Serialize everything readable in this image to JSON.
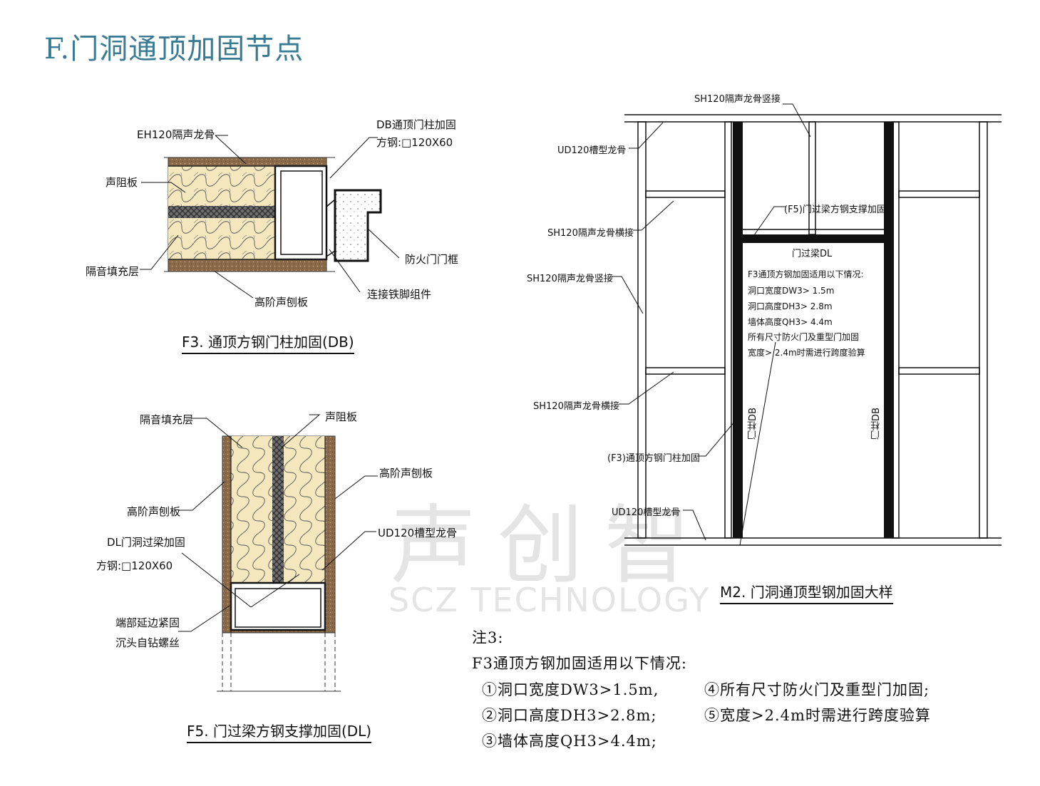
{
  "page": {
    "title": "F.门洞通顶加固节点"
  },
  "watermark": {
    "brand": "声创智",
    "sub": "SCZ TECHNOLOGY"
  },
  "f3": {
    "caption": "F3. 通顶方钢门柱加固(DB)",
    "labels": {
      "eh120": "EH120隔声龙骨",
      "db_line1": "DB通顶门柱加固",
      "db_line2": "方钢:□120X60",
      "shengzu": "声阻板",
      "tianchong": "隔音填充层",
      "gaojie": "高阶声刨板",
      "fanghuo": "防火门门框",
      "lianjie": "连接铁脚组件"
    }
  },
  "f5": {
    "caption": "F5. 门过梁方钢支撑加固(DL)",
    "labels": {
      "tianchong": "隔音填充层",
      "shengzu": "声阻板",
      "gaojie_right": "高阶声刨板",
      "gaojie_left": "高阶声刨板",
      "ud120": "UD120槽型龙骨",
      "dl_line1": "DL门洞过梁加固",
      "dl_line2": "方钢:□120X60",
      "duanbu_line1": "端部延边紧固",
      "duanbu_line2": "沉头自钻螺丝"
    }
  },
  "m2": {
    "caption": "M2. 门洞通顶型钢加固大样",
    "labels": {
      "sh120_top": "SH120隔声龙骨竖接",
      "ud120_top": "UD120槽型龙骨",
      "f5_support": "(F5)门过梁方钢支撑加固",
      "sh120_heng1": "SH120隔声龙骨横接",
      "sh120_shu": "SH120隔声龙骨竖接",
      "sh120_heng2": "SH120隔声龙骨横接",
      "f3_post": "(F3)通顶方钢门柱加固",
      "ud120_bottom": "UD120槽型龙骨",
      "beam": "门过梁DL",
      "post_left": "门柱DB",
      "post_right": "门柱DB"
    },
    "inner_notes": [
      "F3通顶方钢加固适用以下情况:",
      "洞口宽度DW3> 1.5m",
      "洞口高度DH3> 2.8m",
      "墙体高度QH3> 4.4m",
      "所有尺寸防火门及重型门加固",
      "宽度> 2.4m时需进行跨度验算"
    ]
  },
  "notes": {
    "heading": "注3:",
    "intro": "F3通顶方钢加固适用以下情况:",
    "item1": "①洞口宽度DW3>1.5m,",
    "item4": "④所有尺寸防火门及重型门加固;",
    "item2": "②洞口高度DH3>2.8m;",
    "item5": "⑤宽度>2.4m时需进行跨度验算",
    "item3": "③墙体高度QH3>4.4m;"
  }
}
